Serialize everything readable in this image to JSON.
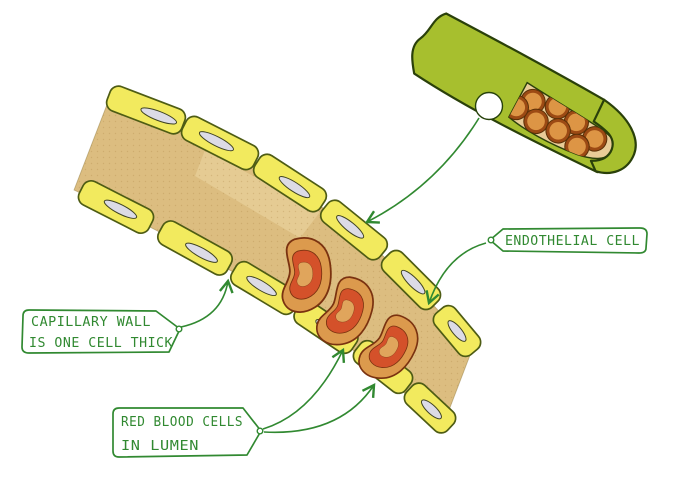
{
  "labels": {
    "endothelial_cell": {
      "text": "ENDOTHELIAL CELL"
    },
    "capillary_wall": {
      "line1": "CAPILLARY WALL",
      "line2": "IS ONE CELL THICK"
    },
    "red_blood_cells": {
      "line1": "RED BLOOD CELLS",
      "line2": "IN LUMEN"
    }
  },
  "colors": {
    "annotation_green": "#318931",
    "tube_green": "#a7bf2e",
    "tube_outline": "#2a400a",
    "tube_lumen_tan": "#e9cc97",
    "tube_rbc_fill": "#dd9545",
    "tube_rbc_ring": "#9c4a14",
    "cell_yellow": "#f2ea5e",
    "cell_outline": "#4e5c14",
    "nucleus_gray": "#dcdbe6",
    "lumen_tan": "#dcbd80",
    "rbc_orange": "#dc9a4d",
    "rbc_ring_red": "#d4512a",
    "rbc_center": "#e0a55c",
    "rbc_outline": "#7a3210"
  }
}
